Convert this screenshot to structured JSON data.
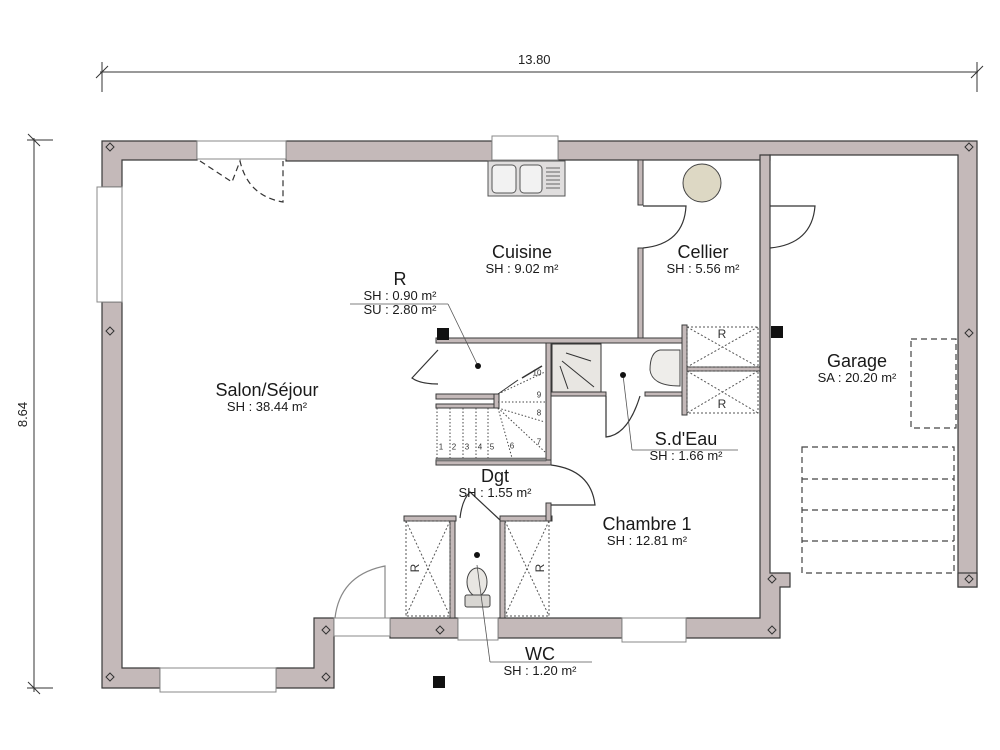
{
  "dimensions": {
    "width_label": "13.80",
    "height_label": "8.64"
  },
  "rooms": [
    {
      "id": "salon",
      "name": "Salon/Séjour",
      "area": "SH : 38.44 m²"
    },
    {
      "id": "cuisine",
      "name": "Cuisine",
      "area": "SH : 9.02 m²"
    },
    {
      "id": "cellier",
      "name": "Cellier",
      "area": "SH : 5.56 m²"
    },
    {
      "id": "garage",
      "name": "Garage",
      "area": "SA : 20.20 m²"
    },
    {
      "id": "rangement",
      "name": "R",
      "area": "SH : 0.90 m²",
      "area2": "SU : 2.80 m²"
    },
    {
      "id": "sdeau",
      "name": "S.d'Eau",
      "area": "SH : 1.66 m²"
    },
    {
      "id": "dgt",
      "name": "Dgt",
      "area": "SH : 1.55 m²"
    },
    {
      "id": "chambre1",
      "name": "Chambre 1",
      "area": "SH : 12.81 m²"
    },
    {
      "id": "wc",
      "name": "WC",
      "area": "SH : 1.20 m²"
    }
  ],
  "storage_tags": [
    "R",
    "R",
    "R",
    "R"
  ],
  "stair_steps": [
    "1",
    "2",
    "3",
    "4",
    "5",
    "6",
    "7",
    "8",
    "9",
    "10"
  ],
  "colors": {
    "wall_fill": "#c4b9b9",
    "wall_stroke": "#3a3a3a",
    "fixture_fill": "#e8e6e0",
    "boiler_fill": "#ddd8c4",
    "line": "#333333"
  }
}
